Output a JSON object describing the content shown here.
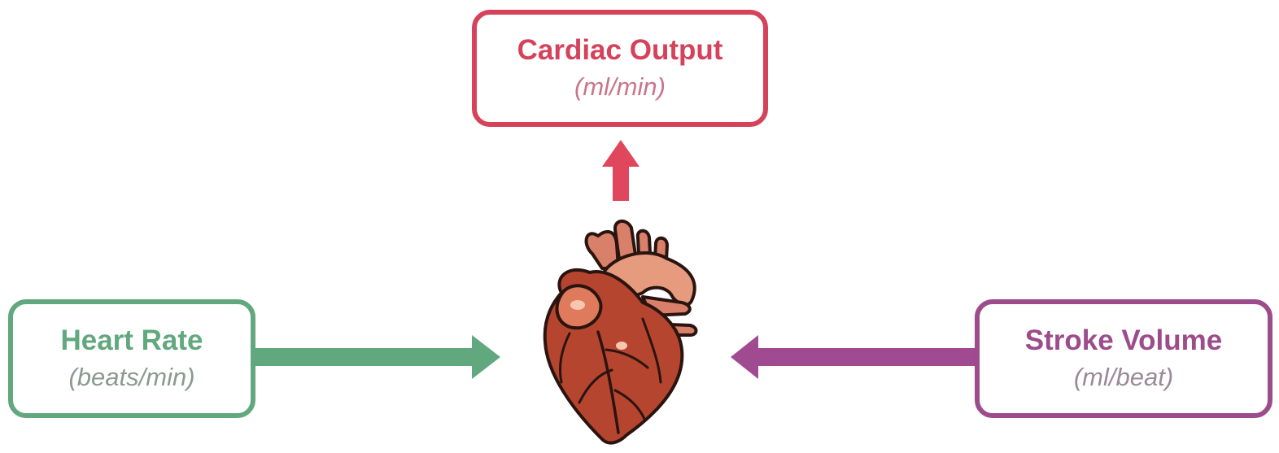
{
  "cardiac_output": {
    "title": "Cardiac Output",
    "unit": "(ml/min)",
    "color": "#d5425a",
    "unit_color": "#c8758d"
  },
  "heart_rate": {
    "title": "Heart Rate",
    "unit": "(beats/min)",
    "color": "#62a87e",
    "unit_color": "#8a9a90"
  },
  "stroke_volume": {
    "title": "Stroke Volume",
    "unit": "(ml/beat)",
    "color": "#9c4c8a",
    "unit_color": "#9a8a96"
  },
  "icons": {
    "center": "anatomical-heart-icon"
  }
}
